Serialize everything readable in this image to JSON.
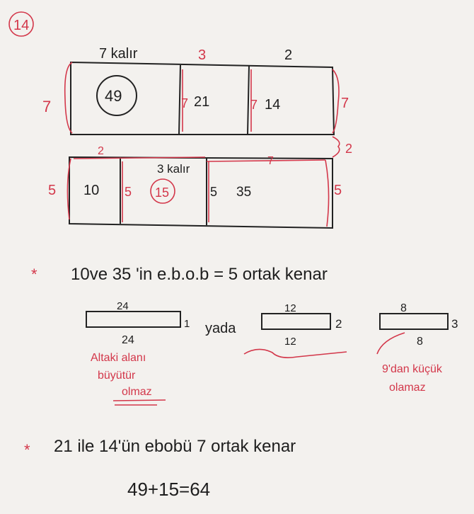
{
  "problem_number": "14",
  "diagram": {
    "top_left_note": "7 kalır",
    "top_mid_width": "3",
    "top_right_width": "2",
    "left_height": "7",
    "area_49": "49",
    "side_a": "7",
    "area_21": "21",
    "side_b": "7",
    "area_14": "14",
    "right_height": "7",
    "gap_height": "2",
    "bottom_left_width": "2",
    "bottom_mid_note": "3 kalır",
    "bottom_right_width": "7",
    "bottom_left_height": "5",
    "area_10": "10",
    "side_c": "5",
    "area_15": "15",
    "side_d": "5",
    "area_35": "35",
    "bottom_right_height": "5"
  },
  "note1": {
    "bullet": "*",
    "text": "10ve 35 'in e.b.o.b = 5 ortak kenar"
  },
  "options": [
    {
      "top": "24",
      "side": "1",
      "bottom": "24"
    },
    {
      "top": "12",
      "side": "2",
      "bottom": "12"
    },
    {
      "top": "8",
      "side": "3",
      "bottom": "8"
    }
  ],
  "connector": "yada",
  "comment1": [
    "Altaki alanı",
    "büyütür",
    "olmaz"
  ],
  "comment2": [
    "9'dan küçük",
    "olamaz"
  ],
  "note2": {
    "bullet": "*",
    "text": "21 ile 14'ün ebobü 7 ortak kenar"
  },
  "result": "49+15=64"
}
